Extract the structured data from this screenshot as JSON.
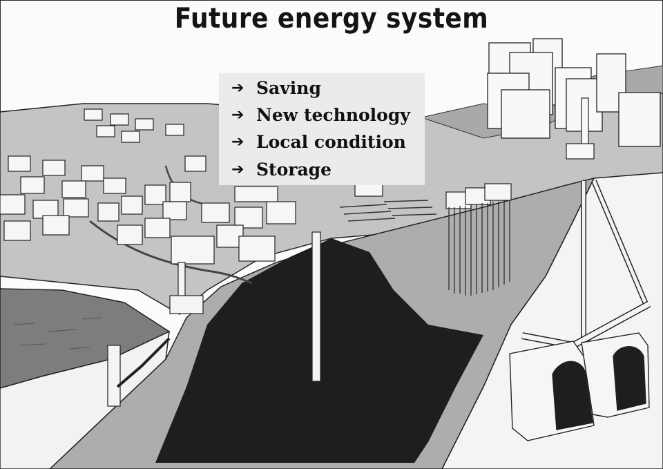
{
  "title": "Future energy system",
  "items": [
    {
      "arrow": "➔",
      "label": "Saving"
    },
    {
      "arrow": "➔",
      "label": "New technology"
    },
    {
      "arrow": "➔",
      "label": "Local condition"
    },
    {
      "arrow": "➔",
      "label": "Storage"
    }
  ],
  "colors": {
    "ink": "#141414",
    "ground": "#bdbdbd",
    "dark": "#1e1e1e",
    "panel": "#ebebeb"
  }
}
